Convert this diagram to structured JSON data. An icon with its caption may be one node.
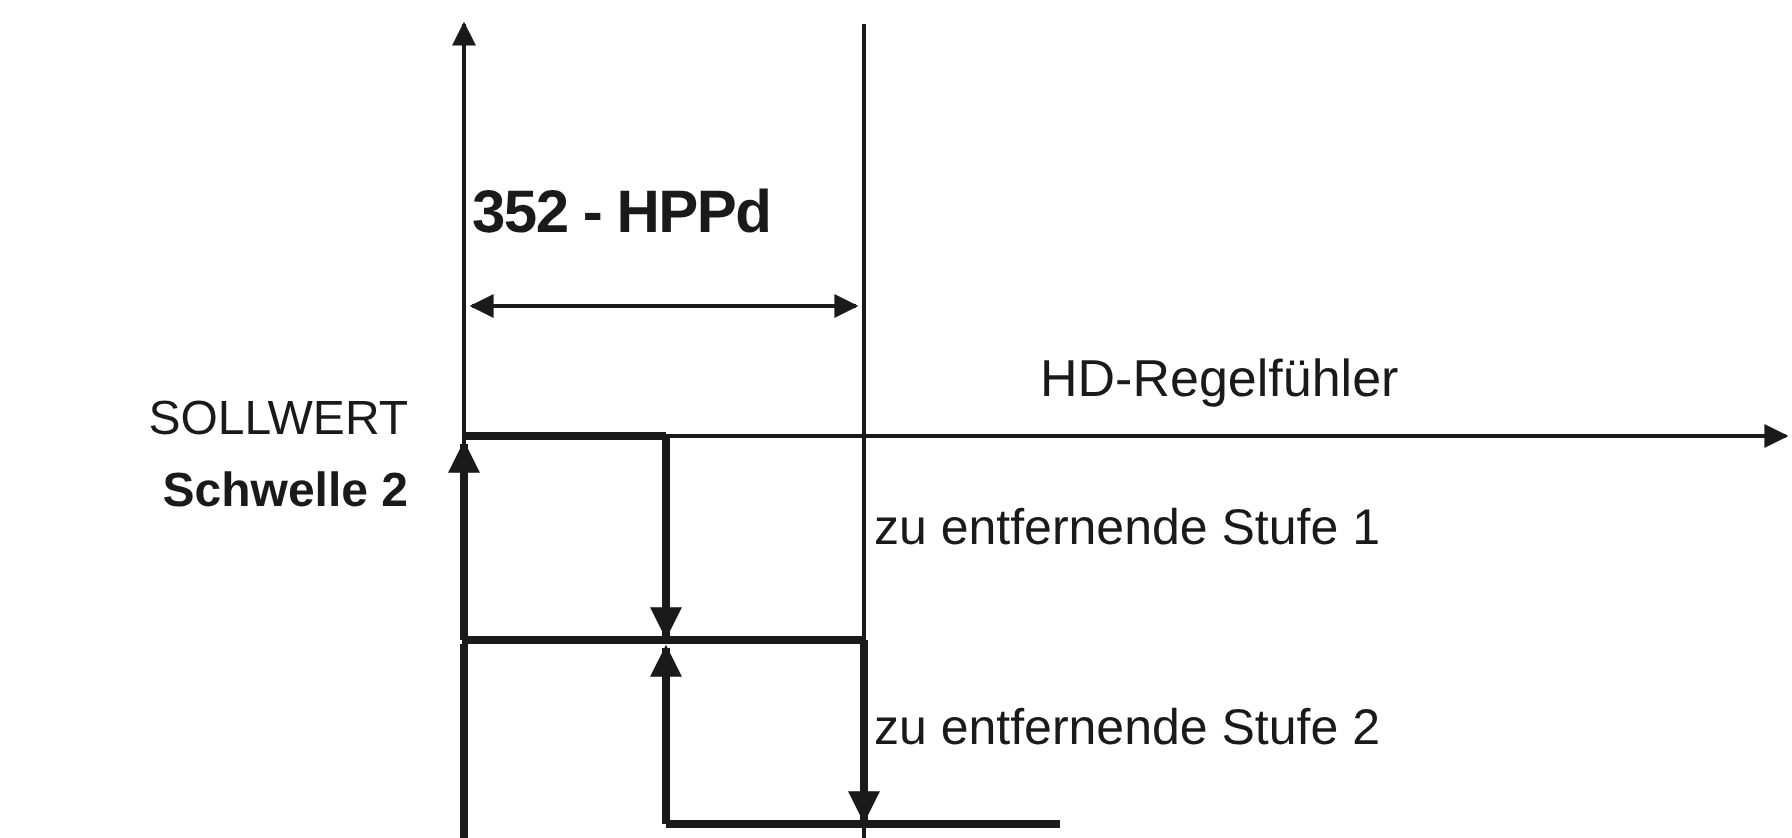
{
  "diagram": {
    "labels": [
      "352 - HPPd",
      "HD-Regelfühler",
      "SOLLWERT",
      "Schwelle 2",
      "zu entfernende Stufe 1",
      "zu entfernende Stufe 2"
    ]
  }
}
